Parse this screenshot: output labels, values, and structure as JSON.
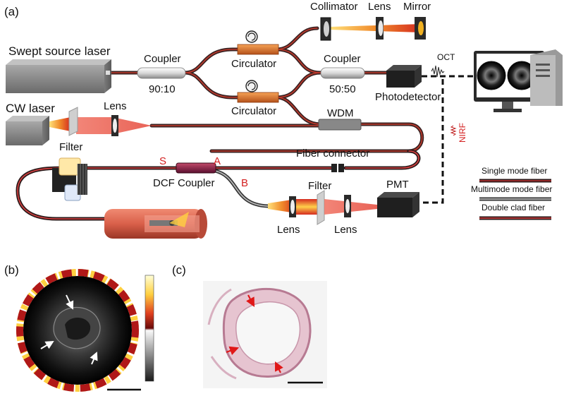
{
  "panels": {
    "a": "(a)",
    "b": "(b)",
    "c": "(c)"
  },
  "components": {
    "swept_source": "Swept source laser",
    "coupler_top": "Coupler",
    "coupler_top_ratio": "90:10",
    "circulator_1": "Circulator",
    "circulator_2": "Circulator",
    "collimator": "Collimator",
    "lens_top": "Lens",
    "mirror": "Mirror",
    "coupler_right": "Coupler",
    "coupler_right_ratio": "50:50",
    "photodetector": "Photodetector",
    "oct_signal": "OCT",
    "nirf_signal": "NIRF",
    "cw_laser": "CW laser",
    "lens_cw": "Lens",
    "filter_cw": "Filter",
    "wdm": "WDM",
    "fiber_connector": "Fiber connector",
    "port_s": "S",
    "port_a": "A",
    "port_b": "B",
    "dcf_coupler": "DCF Coupler",
    "filter_pmt": "Filter",
    "pmt": "PMT",
    "lens_pmt_1": "Lens",
    "lens_pmt_2": "Lens"
  },
  "legend": [
    {
      "label": "Single mode fiber",
      "outer": "#2b1a1a",
      "inner": "#b83030"
    },
    {
      "label": "Multimode  mode fiber",
      "outer": "#333333",
      "inner": "#b5b5b5"
    },
    {
      "label": "Double clad fiber",
      "outer": "#2b1a1a",
      "inner": "#d84040"
    }
  ],
  "colors": {
    "fiber_dark": "#3a2222",
    "fiber_red": "#c0392b",
    "device_gray": "#8c8c8c",
    "dark_box": "#1f1f1f",
    "circulator_orange": "#e07828",
    "beam_red": "#e03a2a",
    "beam_yellow": "#ffd24a",
    "artery": "#d9604a",
    "arrow_red": "#e01818"
  }
}
